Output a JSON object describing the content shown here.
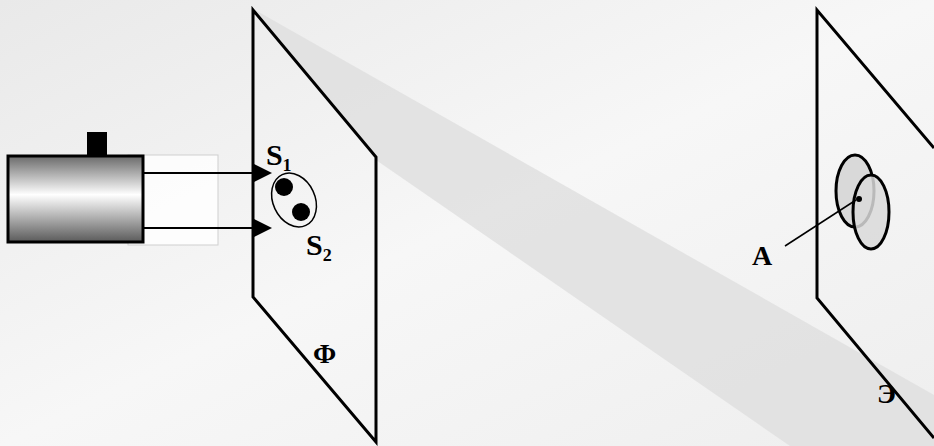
{
  "diagram": {
    "labels": [
      "S₁",
      "S₂",
      "Φ",
      "A",
      "Э"
    ]
  }
}
